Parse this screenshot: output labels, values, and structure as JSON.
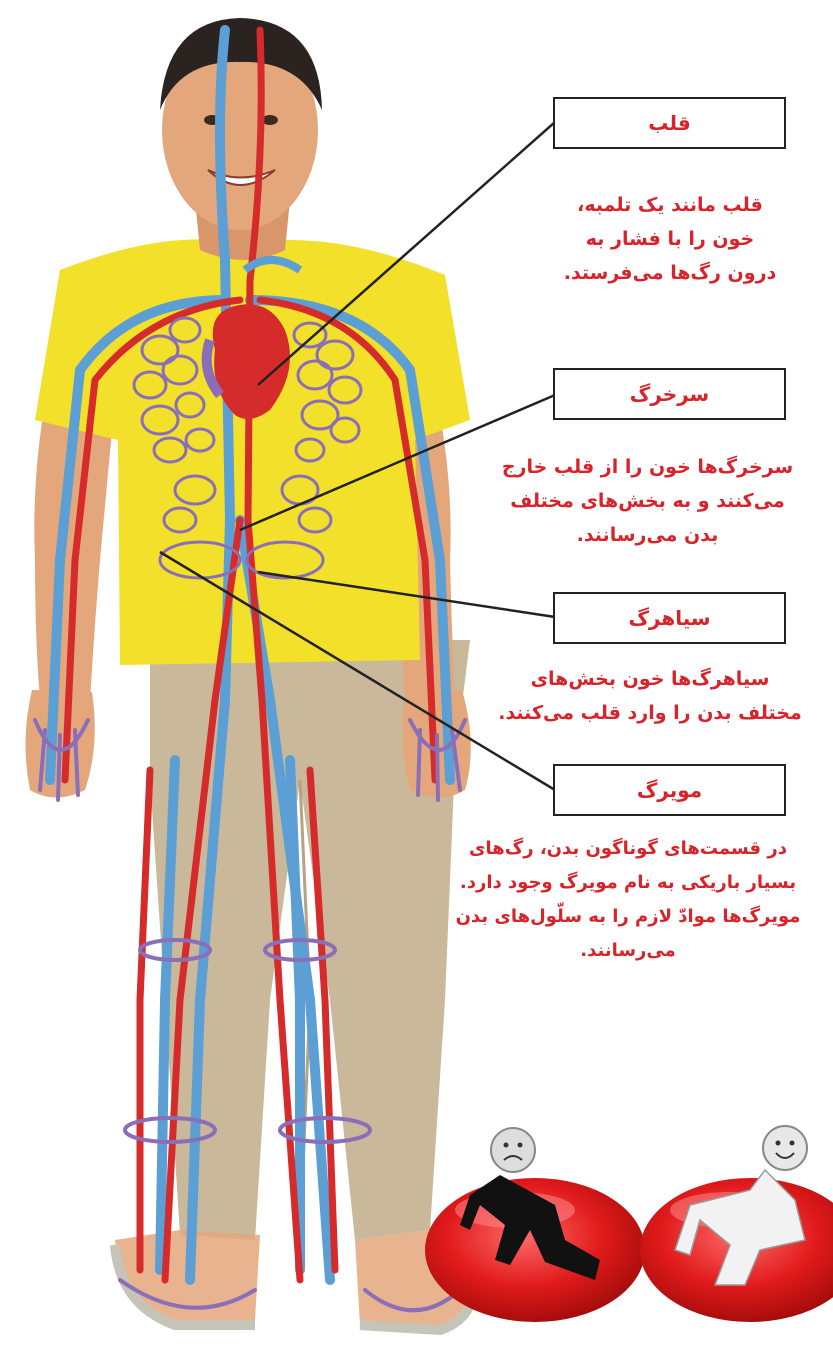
{
  "labels": {
    "heart": {
      "title": "قلب",
      "lines": [
        "قلب مانند یک تلمبه،",
        "خون را با فشار به",
        "درون رگ‌ها می‌فرستد."
      ]
    },
    "artery": {
      "title": "سرخرگ",
      "lines": [
        "سرخرگ‌ها خون را از قلب خارج",
        "می‌کنند و به بخش‌های مختلف",
        "بدن می‌رسانند."
      ]
    },
    "vein": {
      "title": "سیاهرگ",
      "lines": [
        "سیاهرگ‌ها خون بخش‌های",
        "مختلف بدن را وارد قلب می‌کنند."
      ]
    },
    "capillary": {
      "title": "مویرگ",
      "lines": [
        "در قسمت‌های گوناگون بدن، رگ‌های",
        "بسیار باریکی به نام مویرگ وجود دارد.",
        "مویرگ‌ها موادّ لازم را به سلّول‌های بدن",
        "می‌رسانند."
      ]
    }
  },
  "colors": {
    "label_text": "#d8232a",
    "shirt": "#f3e02a",
    "pants": "#c9b89a",
    "skin": "#e4a77c",
    "artery": "#d62b2b",
    "vein": "#5b9fd4",
    "organ": "#8a6fb8",
    "blood_cell": "#e01a1a"
  },
  "icons": [
    "boy-figure",
    "heart-icon",
    "lungs-icon",
    "sad-cell-character",
    "happy-cell-character"
  ]
}
